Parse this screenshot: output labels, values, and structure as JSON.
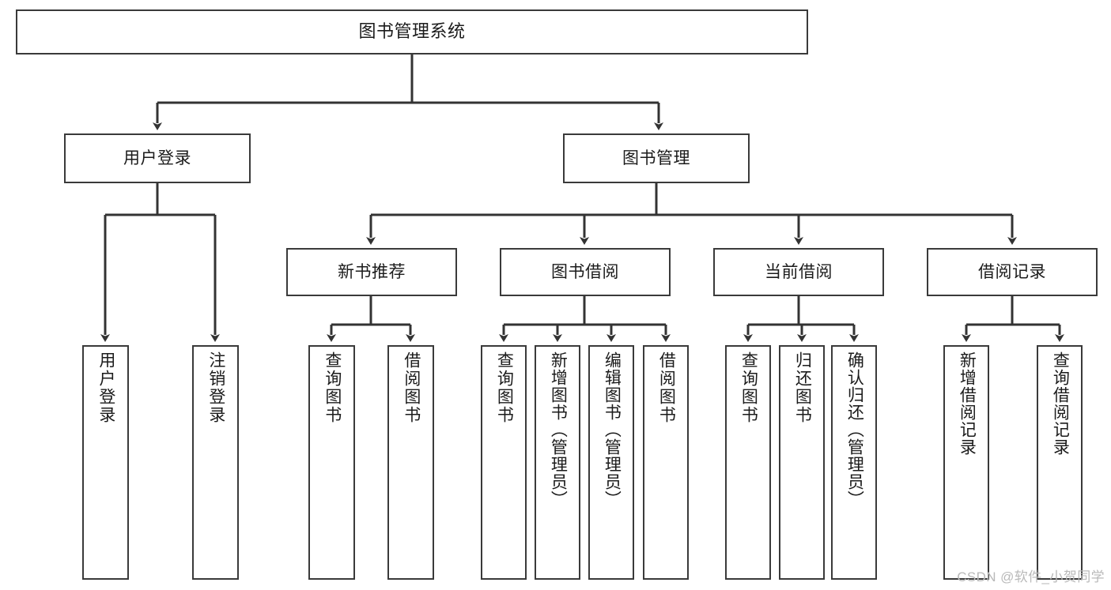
{
  "diagram": {
    "title": "图书管理系统",
    "type": "tree-hierarchy-chart",
    "watermark": "CSDN @软件_小贺同学",
    "colors": {
      "box_border": "#3a3a3a",
      "box_fill": "#ffffff",
      "edge": "#333333",
      "text": "#1b1b1b",
      "watermark": "#b9b9b9",
      "background": "#ffffff"
    },
    "root": {
      "label": "图书管理系统"
    },
    "level2": [
      {
        "label": "用户登录"
      },
      {
        "label": "图书管理"
      }
    ],
    "level3": [
      {
        "label": "新书推荐"
      },
      {
        "label": "图书借阅"
      },
      {
        "label": "当前借阅"
      },
      {
        "label": "借阅记录"
      }
    ],
    "leaves": {
      "user_login": [
        {
          "label": "用户登录"
        },
        {
          "label": "注销登录"
        }
      ],
      "new_book_recommend": [
        {
          "label": "查询图书"
        },
        {
          "label": "借阅图书"
        }
      ],
      "book_borrow": [
        {
          "label": "查询图书"
        },
        {
          "label": "新增图书（管理员）"
        },
        {
          "label": "编辑图书（管理员）"
        },
        {
          "label": "借阅图书"
        }
      ],
      "current_borrow": [
        {
          "label": "查询图书"
        },
        {
          "label": "归还图书"
        },
        {
          "label": "确认归还（管理员）"
        }
      ],
      "borrow_record": [
        {
          "label": "新增借阅记录"
        },
        {
          "label": "查询借阅记录"
        }
      ]
    }
  }
}
